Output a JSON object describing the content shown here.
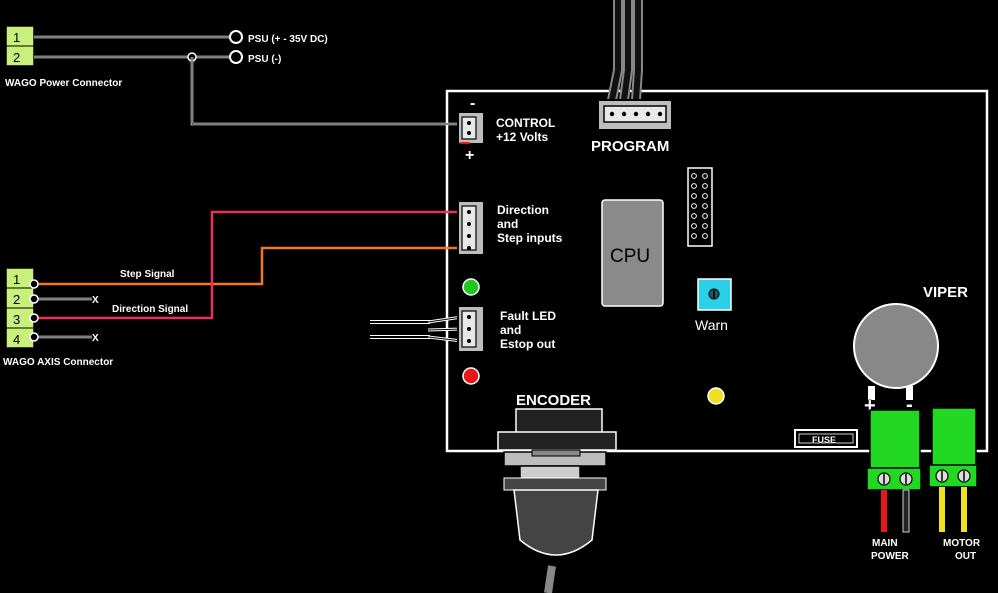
{
  "power_connector": {
    "title": "WAGO Power Connector",
    "pins": [
      "1",
      "2"
    ],
    "plus_label": "PSU (+ - 35V DC)",
    "minus_label": "PSU (-)"
  },
  "axis_connector": {
    "title": "WAGO AXIS Connector",
    "pins": [
      "1",
      "2",
      "3",
      "4"
    ],
    "step_label": "Step Signal",
    "dir_label": "Direction Signal",
    "nc_label": "X"
  },
  "board": {
    "name": "VIPER",
    "control_label_1": "CONTROL",
    "control_label_2": "+12 Volts",
    "control_minus": "-",
    "control_plus": "+",
    "program_label": "PROGRAM",
    "dir_step_1": "Direction",
    "dir_step_2": "and",
    "dir_step_3": "Step inputs",
    "cpu_label": "CPU",
    "warn_label": "Warn",
    "fault_1": "Fault LED",
    "fault_2": "and",
    "fault_3": "Estop out",
    "encoder_label": "ENCODER",
    "fuse_label": "FUSE",
    "cap_plus": "+",
    "cap_minus": "-",
    "main_power_1": "MAIN",
    "main_power_2": "POWER",
    "motor_out_1": "MOTOR",
    "motor_out_2": "OUT"
  },
  "colors": {
    "wago_green": "#c9f07a",
    "terminal_green": "#22d822",
    "cpu_gray": "#8a8a8a",
    "warn_cyan": "#2bd0e8",
    "step_wire": "#f07820",
    "dir_wire": "#e8325a",
    "led_green": "#1ec81e",
    "led_red": "#e81818",
    "led_yellow": "#f0e020"
  }
}
